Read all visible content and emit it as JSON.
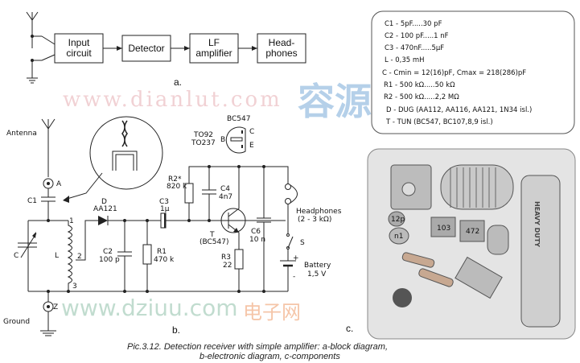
{
  "block_diagram": {
    "blocks": [
      "Input\ncircuit",
      "Detector",
      "LF\namplifier",
      "Head-\nphones"
    ],
    "label": "a."
  },
  "schematic": {
    "label": "b.",
    "antenna": "Antenna",
    "ground": "Ground",
    "terminal_a": "A",
    "terminal_z": "Z",
    "c1": "C1",
    "c": "C",
    "l": "L",
    "tap1": "1",
    "tap2": "2",
    "tap3": "3",
    "d_name": "D",
    "d_value": "AA121",
    "c2_name": "C2",
    "c2_value": "100 p",
    "r1_name": "R1",
    "r1_value": "470 k",
    "c3_name": "C3",
    "c3_value": "1µ",
    "r2_name": "R2*",
    "r2_value": "820 k",
    "c4_name": "C4",
    "c4_value": "4n7",
    "t_name": "T",
    "t_value": "(BC547)",
    "r3_name": "R3",
    "r3_value": "22",
    "c6_name": "C6",
    "c6_value": "10 n",
    "headphones": "Headphones",
    "headphones_value": "(2 - 3 kΩ)",
    "switch": "S",
    "battery": "Battery",
    "battery_value": "1,5 V",
    "battery_plus": "+",
    "battery_minus": "-",
    "package_name": "BC547",
    "package_types": [
      "TO92",
      "TO237"
    ],
    "pins": [
      "B",
      "C",
      "E"
    ]
  },
  "specs": [
    "C1 - 5pF.....30 pF",
    "C2 - 100 pF.....1 nF",
    "C3 - 470nF.....5µF",
    "L - 0,35 mH",
    "C - Cmin = 12(16)pF, Cmax = 218(286)pF",
    "R1 - 500 kΩ.....50 kΩ",
    "R2 - 500 kΩ.....2,2 MΩ",
    "D - DUG (AA112, AA116, AA121, 1N34 isl.)",
    "T - TUN (BC547, BC107,8,9 isl.)"
  ],
  "components": {
    "label": "c.",
    "battery_text": "HEAVY DUTY",
    "cap_labels": [
      "12p",
      "n1",
      "103",
      "472"
    ]
  },
  "caption": [
    "Pic.3.12. Detection receiver with simple amplifier: a-block diagram,",
    "b-electronic diagram, c-components"
  ],
  "watermarks": [
    "www.dianlut.com",
    "容源",
    "电子网",
    "www.dziuu.com"
  ]
}
